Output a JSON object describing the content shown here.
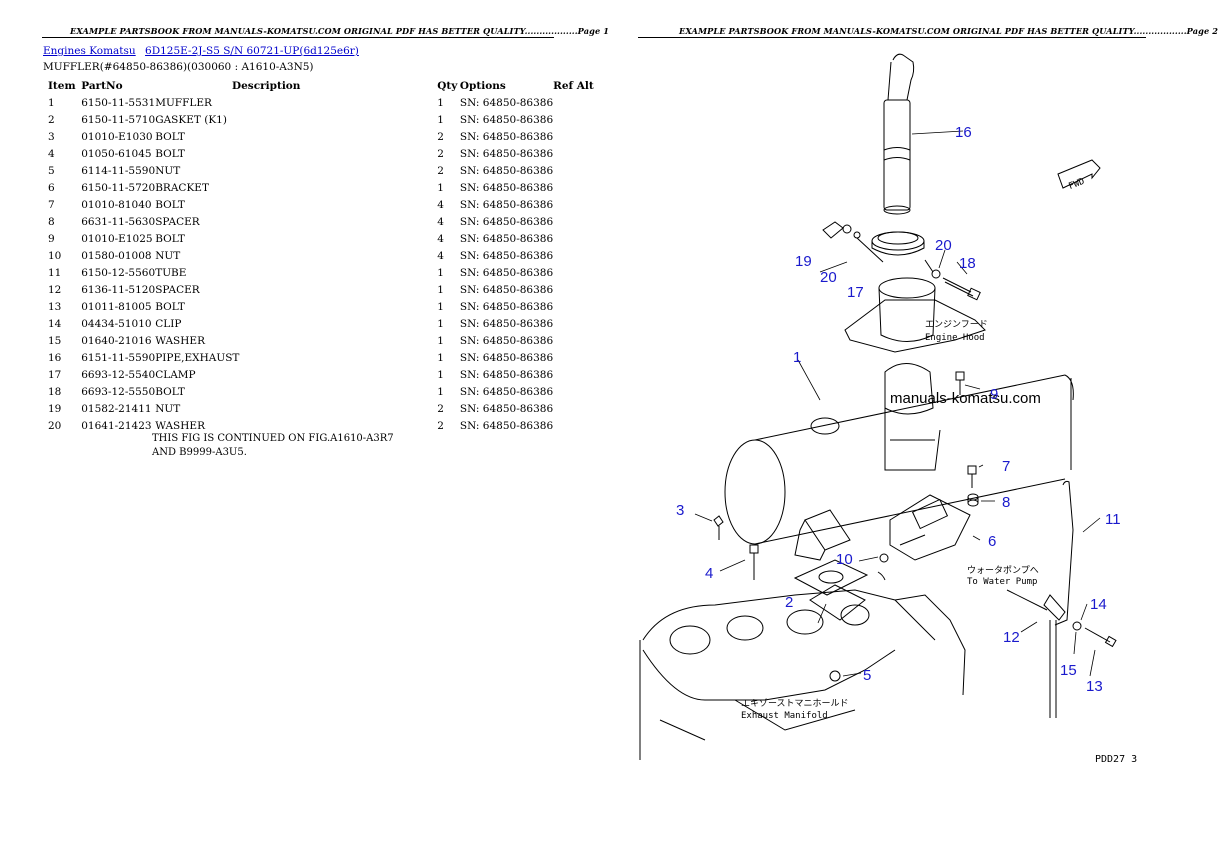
{
  "left_page": {
    "header": "EXAMPLE PARTSBOOK FROM MANUALS-KOMATSU.COM ORIGINAL PDF HAS BETTER QUALITY..................Page 1",
    "breadcrumbs": [
      "Engines Komatsu",
      "6D125E-2J-S5 S/N 60721-UP(6d125e6r)"
    ],
    "subtitle": "MUFFLER(#64850-86386)(030060 : A1610-A3N5)",
    "columns": [
      "Item",
      "PartNo",
      "Description",
      "Qty",
      "Options",
      "Ref Alt"
    ],
    "rows": [
      {
        "item": "1",
        "part": "6150-11-5531",
        "desc": "MUFFLER",
        "qty": "1",
        "opt": "SN: 64850-86386",
        "ref": ""
      },
      {
        "item": "2",
        "part": "6150-11-5710",
        "desc": "GASKET (K1)",
        "qty": "1",
        "opt": "SN: 64850-86386",
        "ref": ""
      },
      {
        "item": "3",
        "part": "01010-E1030",
        "desc": "BOLT",
        "qty": "2",
        "opt": "SN: 64850-86386",
        "ref": ""
      },
      {
        "item": "4",
        "part": "01050-61045",
        "desc": "BOLT",
        "qty": "2",
        "opt": "SN: 64850-86386",
        "ref": ""
      },
      {
        "item": "5",
        "part": "6114-11-5590",
        "desc": "NUT",
        "qty": "2",
        "opt": "SN: 64850-86386",
        "ref": ""
      },
      {
        "item": "6",
        "part": "6150-11-5720",
        "desc": "BRACKET",
        "qty": "1",
        "opt": "SN: 64850-86386",
        "ref": ""
      },
      {
        "item": "7",
        "part": "01010-81040",
        "desc": "BOLT",
        "qty": "4",
        "opt": "SN: 64850-86386",
        "ref": ""
      },
      {
        "item": "8",
        "part": "6631-11-5630",
        "desc": "SPACER",
        "qty": "4",
        "opt": "SN: 64850-86386",
        "ref": ""
      },
      {
        "item": "9",
        "part": "01010-E1025",
        "desc": "BOLT",
        "qty": "4",
        "opt": "SN: 64850-86386",
        "ref": ""
      },
      {
        "item": "10",
        "part": "01580-01008",
        "desc": "NUT",
        "qty": "4",
        "opt": "SN: 64850-86386",
        "ref": ""
      },
      {
        "item": "11",
        "part": "6150-12-5560",
        "desc": "TUBE",
        "qty": "1",
        "opt": "SN: 64850-86386",
        "ref": ""
      },
      {
        "item": "12",
        "part": "6136-11-5120",
        "desc": "SPACER",
        "qty": "1",
        "opt": "SN: 64850-86386",
        "ref": ""
      },
      {
        "item": "13",
        "part": "01011-81005",
        "desc": "BOLT",
        "qty": "1",
        "opt": "SN: 64850-86386",
        "ref": ""
      },
      {
        "item": "14",
        "part": "04434-51010",
        "desc": "CLIP",
        "qty": "1",
        "opt": "SN: 64850-86386",
        "ref": ""
      },
      {
        "item": "15",
        "part": "01640-21016",
        "desc": "WASHER",
        "qty": "1",
        "opt": "SN: 64850-86386",
        "ref": ""
      },
      {
        "item": "16",
        "part": "6151-11-5590",
        "desc": "PIPE,EXHAUST",
        "qty": "1",
        "opt": "SN: 64850-86386",
        "ref": ""
      },
      {
        "item": "17",
        "part": "6693-12-5540",
        "desc": "CLAMP",
        "qty": "1",
        "opt": "SN: 64850-86386",
        "ref": ""
      },
      {
        "item": "18",
        "part": "6693-12-5550",
        "desc": "BOLT",
        "qty": "1",
        "opt": "SN: 64850-86386",
        "ref": ""
      },
      {
        "item": "19",
        "part": "01582-21411",
        "desc": "NUT",
        "qty": "2",
        "opt": "SN: 64850-86386",
        "ref": ""
      },
      {
        "item": "20",
        "part": "01641-21423",
        "desc": "WASHER",
        "qty": "2",
        "opt": "SN: 64850-86386",
        "ref": ""
      }
    ],
    "note_lines": [
      "THIS FIG IS CONTINUED ON FIG.A1610-A3R7",
      "AND B9999-A3U5."
    ]
  },
  "right_page": {
    "header": "EXAMPLE PARTSBOOK FROM MANUALS-KOMATSU.COM ORIGINAL PDF HAS BETTER QUALITY..................Page 2",
    "watermark": "manuals-komatsu.com",
    "fwd_label": "FWD",
    "engine_hood_jp": "エンジンフード",
    "engine_hood_en": "Engine Hood",
    "water_pump_jp": "ウォータポンプへ",
    "water_pump_en": "To Water Pump",
    "manifold_jp": "エキゾーストマニホールド",
    "manifold_en": "Exhaust Manifold",
    "page_code": "PDD27 3",
    "callouts": [
      "1",
      "2",
      "3",
      "4",
      "5",
      "6",
      "7",
      "8",
      "9",
      "10",
      "11",
      "12",
      "13",
      "14",
      "15",
      "16",
      "17",
      "18",
      "19",
      "20",
      "20"
    ]
  },
  "colors": {
    "callout": "#1a1acc",
    "link": "#0000cc"
  }
}
